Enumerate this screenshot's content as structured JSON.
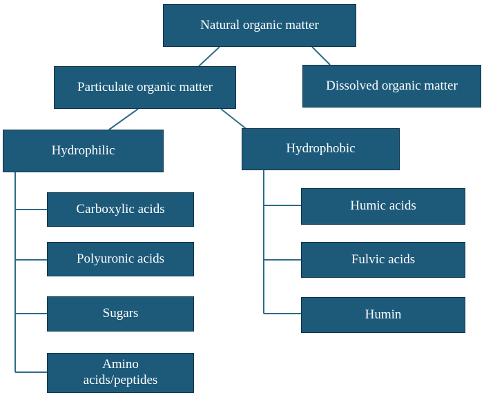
{
  "colors": {
    "box_fill": "#1d5a7a",
    "box_border": "#0d3349",
    "connector": "#2c6a88",
    "text": "#ffffff"
  },
  "nodes": {
    "nom": "Natural organic matter",
    "pom": "Particulate organic matter",
    "dom": "Dissolved organic matter",
    "hydrophilic": "Hydrophilic",
    "hydrophobic": "Hydrophobic",
    "carboxylic": "Carboxylic acids",
    "polyuronic": "Polyuronic acids",
    "sugars": "Sugars",
    "amino": "Amino acids/peptides",
    "humic": "Humic acids",
    "fulvic": "Fulvic acids",
    "humin": "Humin"
  },
  "edges": [
    [
      "nom",
      "pom"
    ],
    [
      "nom",
      "dom"
    ],
    [
      "pom",
      "hydrophilic"
    ],
    [
      "pom",
      "hydrophobic"
    ],
    [
      "hydrophilic",
      "carboxylic"
    ],
    [
      "hydrophilic",
      "polyuronic"
    ],
    [
      "hydrophilic",
      "sugars"
    ],
    [
      "hydrophilic",
      "amino"
    ],
    [
      "hydrophobic",
      "humic"
    ],
    [
      "hydrophobic",
      "fulvic"
    ],
    [
      "hydrophobic",
      "humin"
    ]
  ]
}
